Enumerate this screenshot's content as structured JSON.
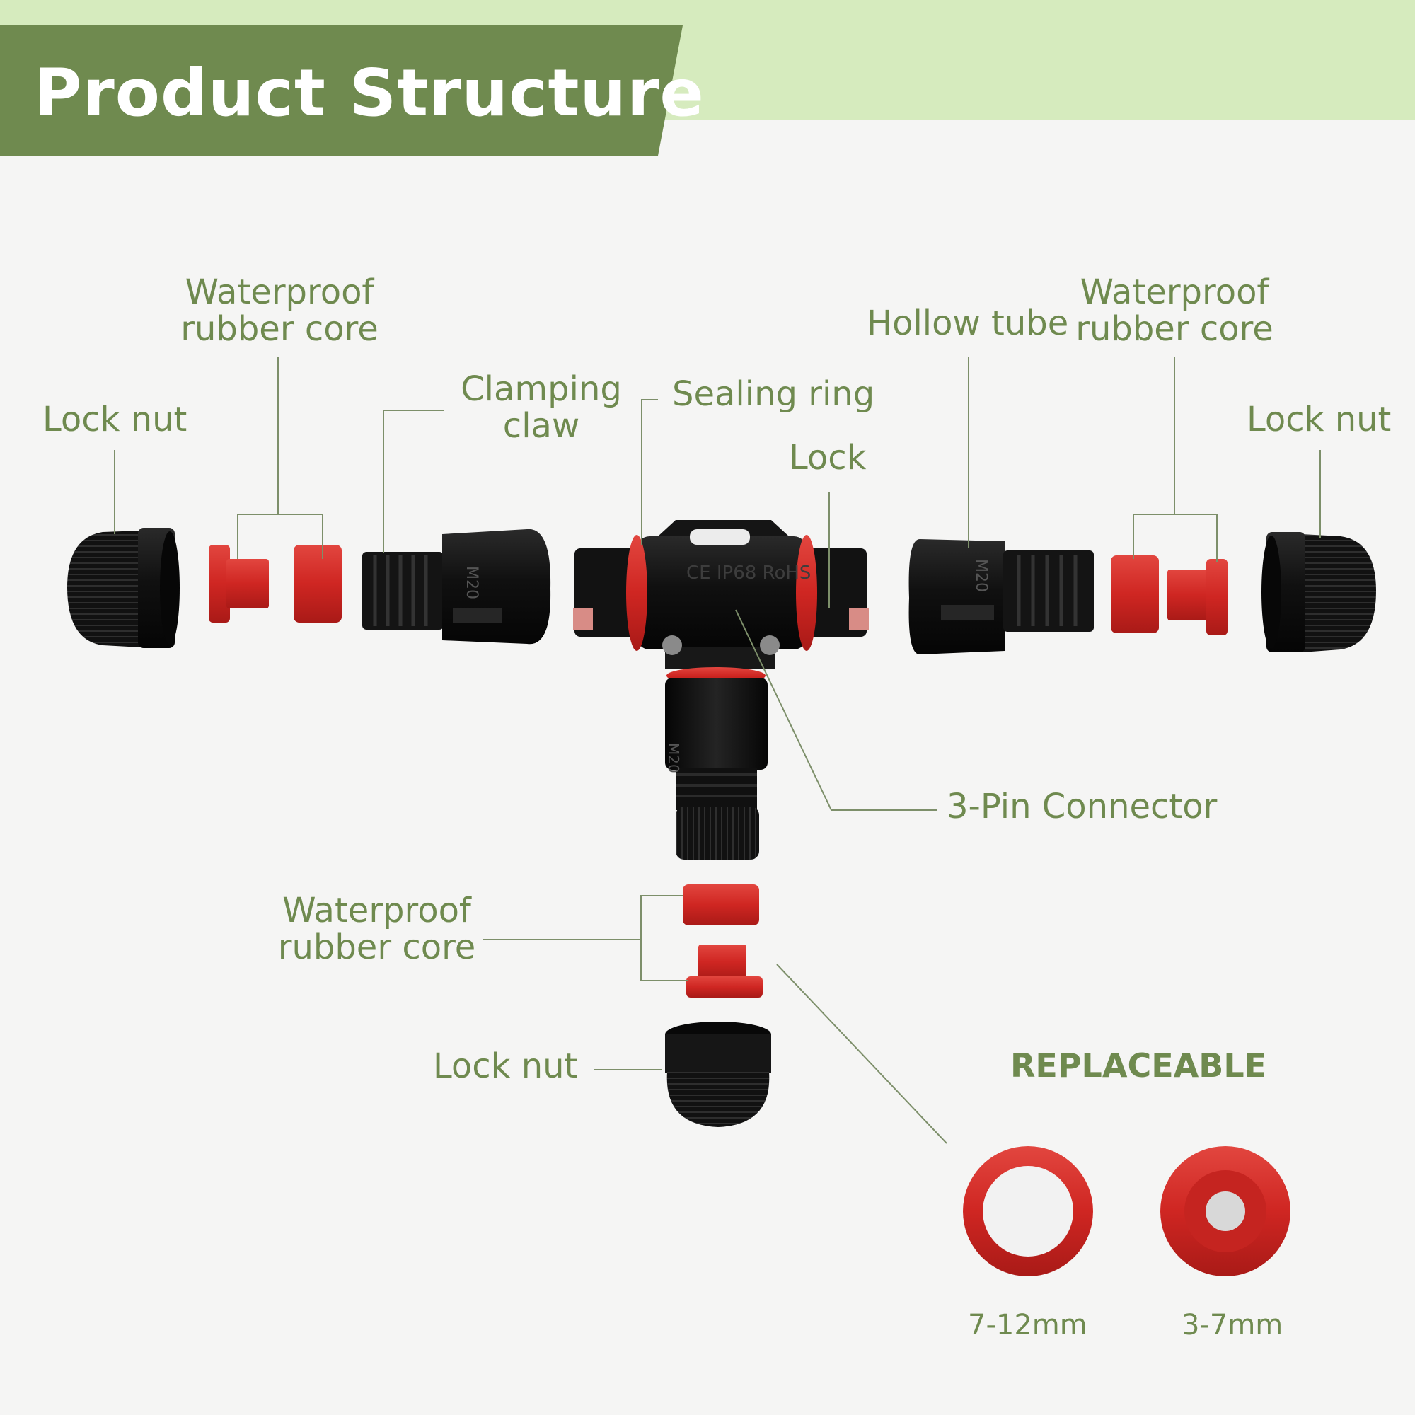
{
  "header": {
    "title": "Product Structure",
    "band_color": "#d6ebbe",
    "banner_color": "#6f8a4f"
  },
  "labels": {
    "lock_nut_left": "Lock nut",
    "rubber_core_left_1": "Waterproof",
    "rubber_core_left_2": "rubber core",
    "clamping_claw_1": "Clamping",
    "clamping_claw_2": "claw",
    "sealing_ring": "Sealing ring",
    "lock": "Lock",
    "hollow_tube": "Hollow tube",
    "rubber_core_right_1": "Waterproof",
    "rubber_core_right_2": "rubber core",
    "lock_nut_right": "Lock nut",
    "pin_connector": "3-Pin Connector",
    "rubber_core_bottom_1": "Waterproof",
    "rubber_core_bottom_2": "rubber core",
    "lock_nut_bottom": "Lock nut",
    "replaceable": "REPLACEABLE",
    "size_large": "7-12mm",
    "size_small": "3-7mm"
  },
  "marks": {
    "m20_1": "M20",
    "m20_2": "M20",
    "m20_3": "M20",
    "body_marks": "CE IP68 RoHS"
  },
  "colors": {
    "label_green": "#6f8a4f",
    "leader_line": "#7d8f6a",
    "part_black": "#141414",
    "rubber_red": "#d42a26",
    "background": "#f5f5f4"
  }
}
